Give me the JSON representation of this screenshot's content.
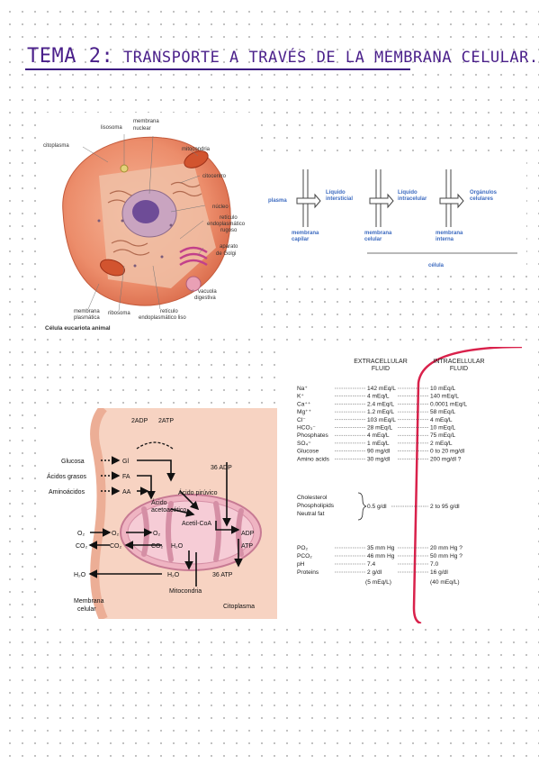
{
  "title": {
    "prefix": "TEMA 2:",
    "rest": " TRANSPORTE A TRAVÉS DE LA MEMBRANA CELULAR."
  },
  "cell": {
    "labels": {
      "lisosoma": "lisosoma",
      "membrana_nuclear_1": "membrana",
      "membrana_nuclear_2": "nuclear",
      "citoplasma": "citoplasma",
      "mitocondria": "mitocondria",
      "citocentro": "citocentro",
      "nucleo": "núcleo",
      "reticulo_rugoso_1": "retículo",
      "reticulo_rugoso_2": "endoplasmático",
      "reticulo_rugoso_3": "rugoso",
      "golgi_1": "aparato",
      "golgi_2": "de Golgi",
      "vacuola_1": "vacuola",
      "vacuola_2": "digestiva",
      "membrana_plasmatica_1": "membrana",
      "membrana_plasmatica_2": "plasmática",
      "ribosoma": "ribosoma",
      "reticulo_liso_1": "retículo",
      "reticulo_liso_2": "endoplasmático liso"
    },
    "caption": "Célula eucariota animal"
  },
  "compartments": {
    "plasma": "plasma",
    "liquido_intersticial_1": "Líquido",
    "liquido_intersticial_2": "intersticial",
    "liquido_intracelular_1": "Líquido",
    "liquido_intracelular_2": "intracelular",
    "organulos_1": "Orgánulos",
    "organulos_2": "celulares",
    "membrana_capilar_1": "membrana",
    "membrana_capilar_2": "capilar",
    "membrana_celular_1": "membrana",
    "membrana_celular_2": "celular",
    "membrana_interna_1": "membrana",
    "membrana_interna_2": "interna",
    "celula": "célula"
  },
  "metabolism": {
    "adp2": "2ADP",
    "atp2": "2ATP",
    "glucosa": "Glucosa",
    "gl": "Gl",
    "acidos_grasos": "Ácidos grasos",
    "fa": "FA",
    "aminoacidos": "Aminoácidos",
    "aa": "AA",
    "adp36": "36 ADP",
    "acido_piruvico": "Ácido pirúvico",
    "acido_acetoacetico_1": "Ácido",
    "acido_acetoacetico_2": "acetoacético",
    "acetil_coa": "Acetil-CoA",
    "o2": "O₂",
    "co2": "CO₂",
    "adp": "ADP",
    "atp": "ATP",
    "h2o": "H₂O",
    "atp36": "36 ATP",
    "mitocondria": "Mitocondria",
    "membrana_celular_1": "Membrana",
    "membrana_celular_2": "celular",
    "citoplasma": "Citoplasma"
  },
  "fluids": {
    "header_extra_1": "EXTRACELLULAR",
    "header_extra_2": "FLUID",
    "header_intra_1": "INTRACELLULAR",
    "header_intra_2": "FLUID",
    "rows": [
      {
        "name": "Na⁺",
        "extra": "142 mEq/L",
        "intra": "10 mEq/L"
      },
      {
        "name": "K⁺",
        "extra": "4 mEq/L",
        "intra": "140 mEq/L"
      },
      {
        "name": "Ca⁺⁺",
        "extra": "2.4 mEq/L",
        "intra": "0.0001 mEq/L"
      },
      {
        "name": "Mg⁺⁺",
        "extra": "1.2 mEq/L",
        "intra": "58 mEq/L"
      },
      {
        "name": "Cl⁻",
        "extra": "103 mEq/L",
        "intra": "4 mEq/L"
      },
      {
        "name": "HCO₃⁻",
        "extra": "28 mEq/L",
        "intra": "10 mEq/L"
      },
      {
        "name": "Phosphates",
        "extra": "4 mEq/L",
        "intra": "75 mEq/L"
      },
      {
        "name": "SO₄⁼",
        "extra": "1 mEq/L",
        "intra": "2 mEq/L"
      },
      {
        "name": "Glucose",
        "extra": "90 mg/dl",
        "intra": "0 to 20 mg/dl"
      },
      {
        "name": "Amino acids",
        "extra": "30 mg/dl",
        "intra": "200 mg/dl ?"
      }
    ],
    "lipids": [
      "Cholesterol",
      "Phospholipids",
      "Neutral fat"
    ],
    "lipids_extra": "0.5 g/dl",
    "lipids_intra": "2 to 95 g/dl",
    "rows2": [
      {
        "name": "PO₂",
        "extra": "35 mm Hg",
        "intra": "20 mm Hg ?"
      },
      {
        "name": "PCO₂",
        "extra": "46 mm Hg",
        "intra": "50 mm Hg ?"
      },
      {
        "name": "pH",
        "extra": "7.4",
        "intra": "7.0"
      },
      {
        "name": "Proteins",
        "extra": "2 g/dl",
        "intra": "16 g/dl"
      }
    ],
    "proteins_extra_2": "(5 mEq/L)",
    "proteins_intra_2": "(40 mEq/L)"
  }
}
